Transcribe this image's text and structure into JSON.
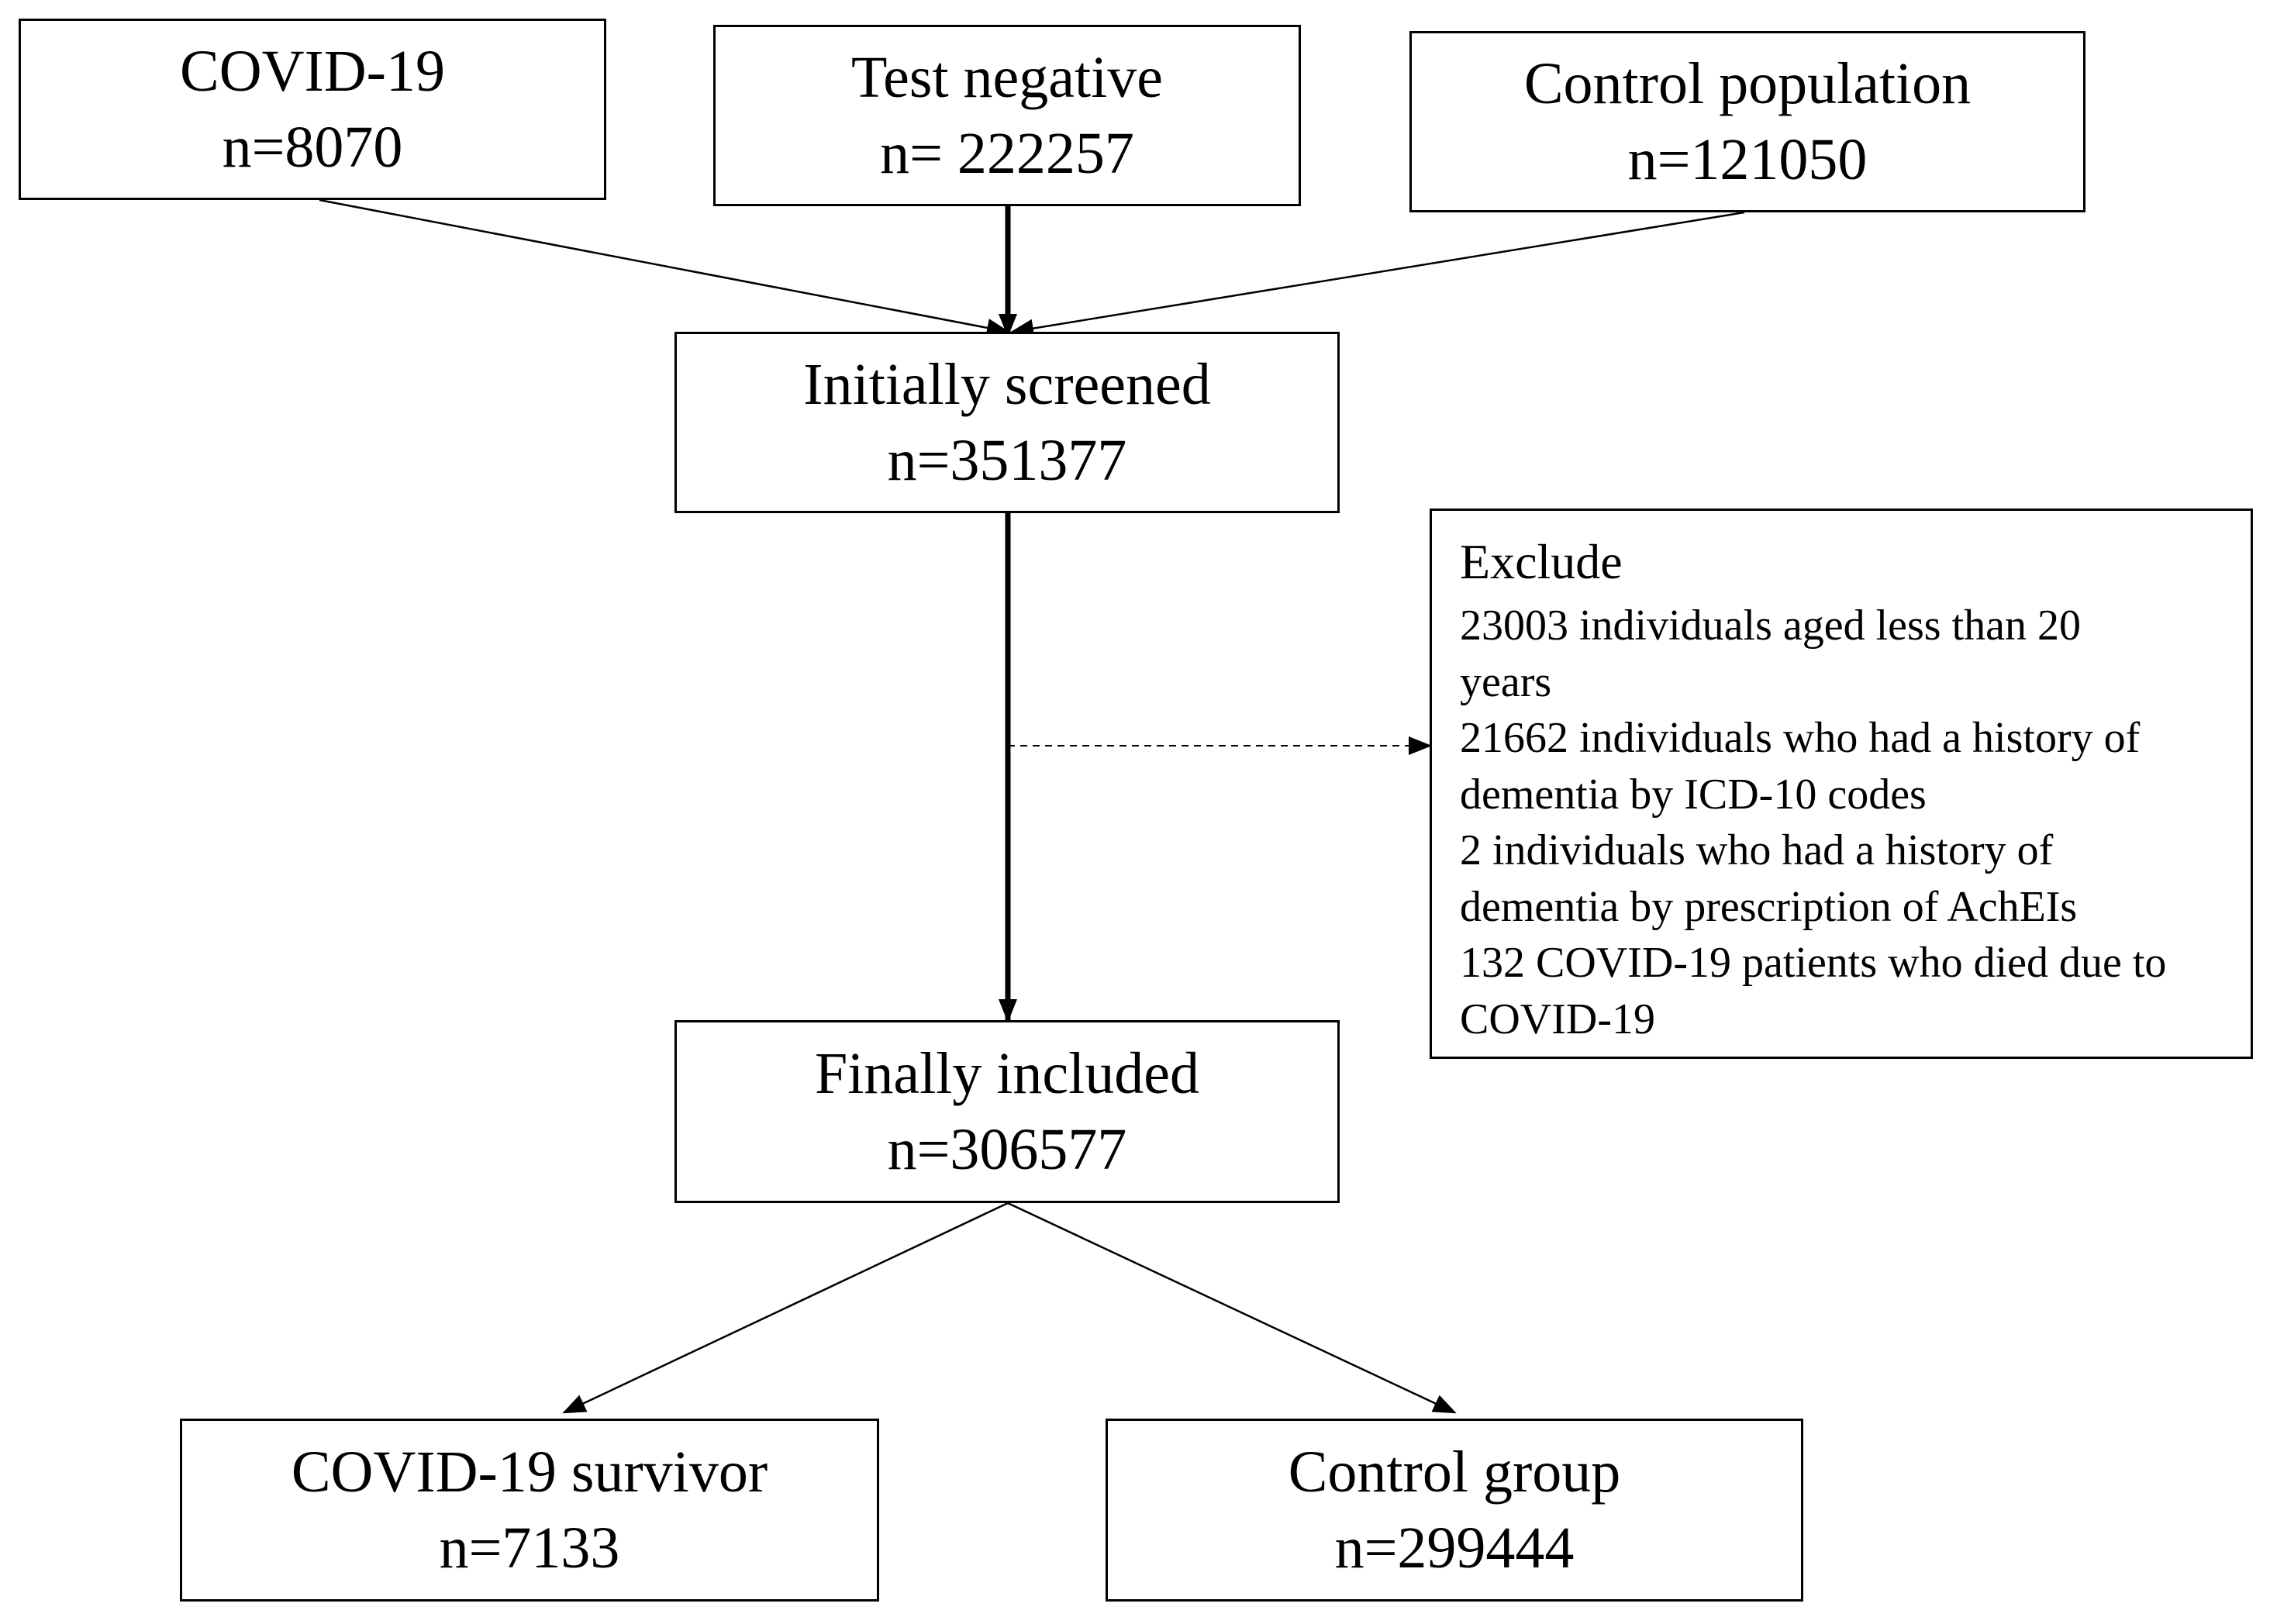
{
  "diagram": {
    "nodes": {
      "covid19": {
        "title": "COVID-19",
        "count": "n=8070"
      },
      "test_negative": {
        "title": "Test negative",
        "count": "n= 222257"
      },
      "control_population": {
        "title": "Control population",
        "count": "n=121050"
      },
      "initially_screened": {
        "title": "Initially screened",
        "count": "n=351377"
      },
      "finally_included": {
        "title": "Finally included",
        "count": "n=306577"
      },
      "covid19_survivor": {
        "title": "COVID-19 survivor",
        "count": "n=7133"
      },
      "control_group": {
        "title": "Control group",
        "count": "n=299444"
      }
    },
    "exclude": {
      "title": "Exclude",
      "lines": [
        "23003 individuals aged less than 20",
        "years",
        "21662 individuals who had a history of",
        "dementia by ICD-10 codes",
        "2 individuals who had a history of",
        "dementia by prescription of AchEIs",
        "132 COVID-19 patients who died due to",
        "COVID-19"
      ]
    }
  }
}
